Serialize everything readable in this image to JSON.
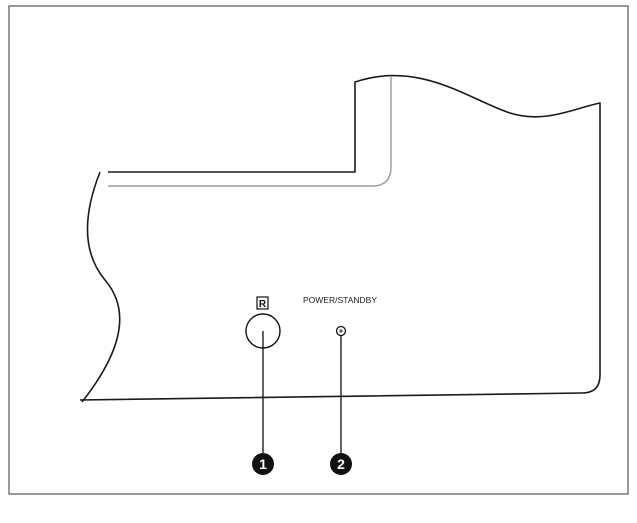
{
  "labels": {
    "remote_sensor_symbol": "R",
    "power_standby": "POWER/STANDBY"
  },
  "callouts": [
    {
      "number": "1",
      "target": "remote control sensor"
    },
    {
      "number": "2",
      "target": "POWER/STANDBY indicator"
    }
  ],
  "colors": {
    "line": "#111111",
    "panel_stroke": "#1a1a1a",
    "inner_edge": "#9a9a9a",
    "frame": "#555555",
    "callout_fill": "#111111",
    "callout_text": "#ffffff",
    "background": "#ffffff"
  }
}
